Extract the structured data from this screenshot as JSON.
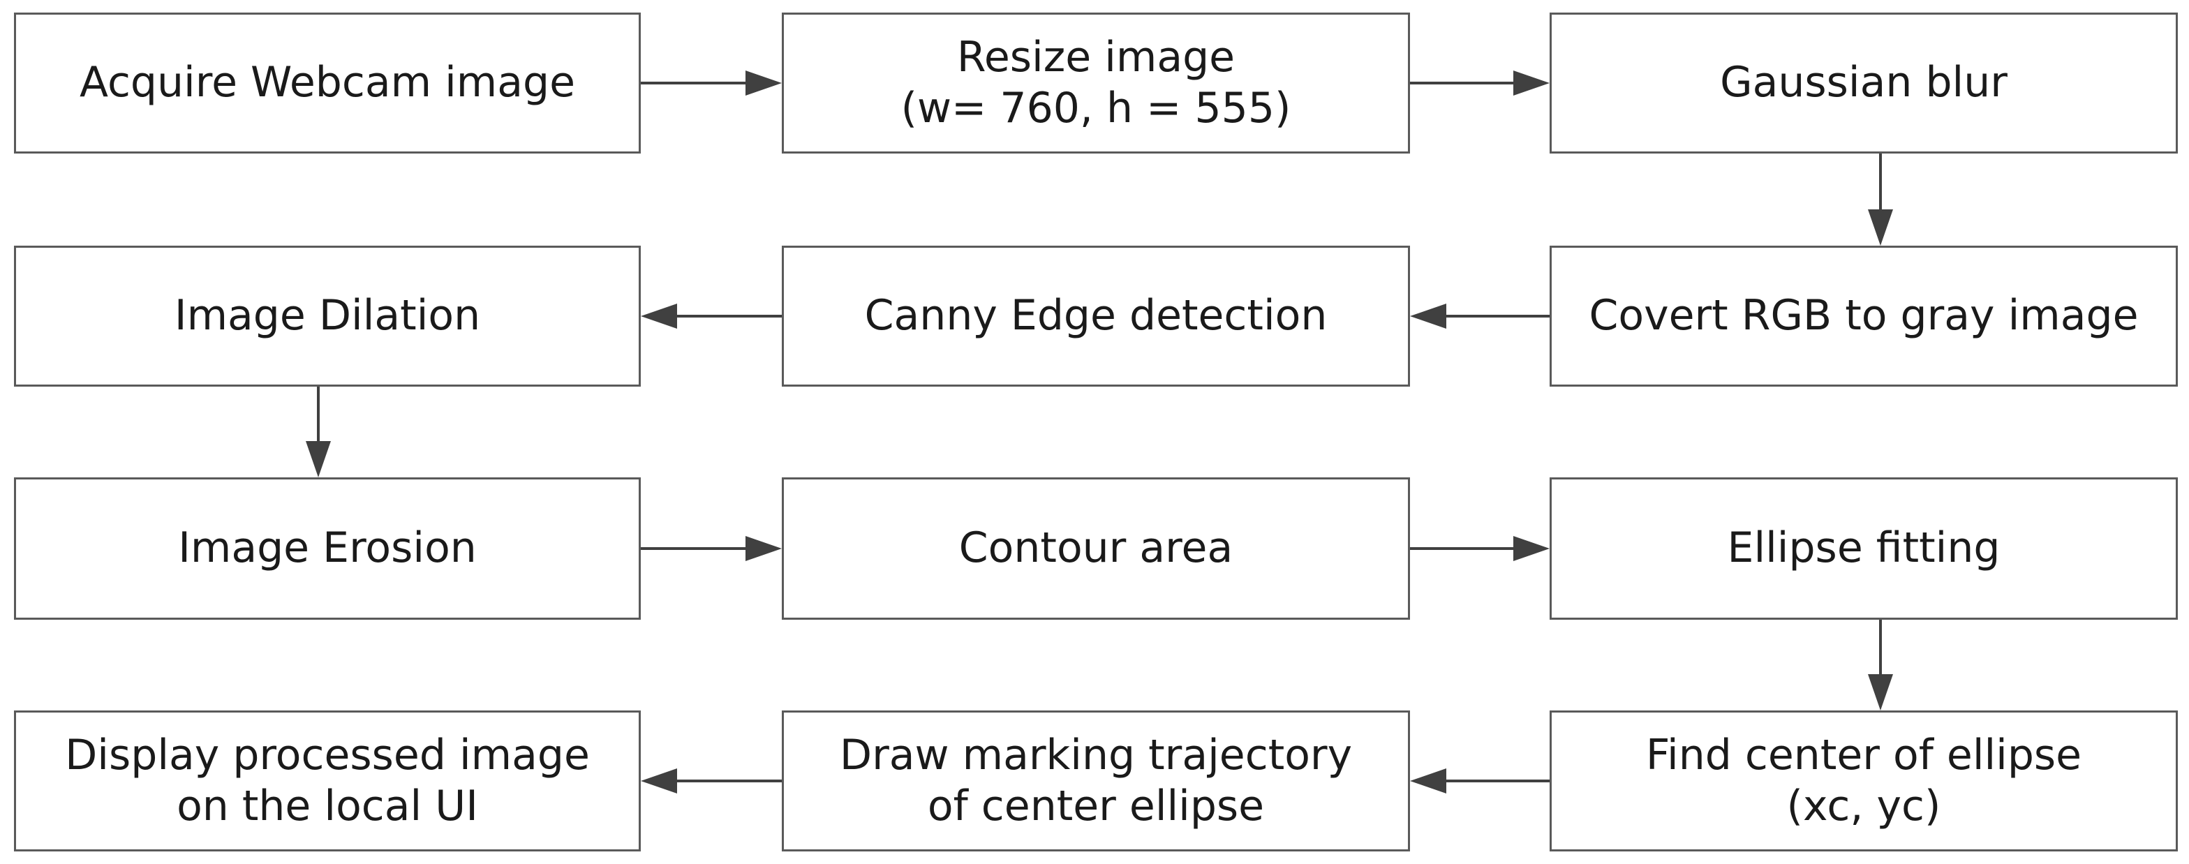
{
  "nodes": [
    {
      "id": "acquire",
      "text": "Acquire Webcam image"
    },
    {
      "id": "resize",
      "text": "Resize image\n(w= 760, h = 555)"
    },
    {
      "id": "blur",
      "text": "Gaussian blur"
    },
    {
      "id": "gray",
      "text": "Covert RGB to gray image"
    },
    {
      "id": "canny",
      "text": "Canny Edge detection"
    },
    {
      "id": "dilation",
      "text": "Image Dilation"
    },
    {
      "id": "erosion",
      "text": "Image Erosion"
    },
    {
      "id": "contour",
      "text": "Contour area"
    },
    {
      "id": "ellipse",
      "text": "Ellipse fitting"
    },
    {
      "id": "center",
      "text": "Find center of ellipse\n(xc, yc)"
    },
    {
      "id": "trajectory",
      "text": "Draw marking trajectory\nof center ellipse"
    },
    {
      "id": "display",
      "text": "Display processed image\non the local UI"
    }
  ],
  "edges": [
    {
      "from": "acquire",
      "to": "resize"
    },
    {
      "from": "resize",
      "to": "blur"
    },
    {
      "from": "blur",
      "to": "gray"
    },
    {
      "from": "gray",
      "to": "canny"
    },
    {
      "from": "canny",
      "to": "dilation"
    },
    {
      "from": "dilation",
      "to": "erosion"
    },
    {
      "from": "erosion",
      "to": "contour"
    },
    {
      "from": "contour",
      "to": "ellipse"
    },
    {
      "from": "ellipse",
      "to": "center"
    },
    {
      "from": "center",
      "to": "trajectory"
    },
    {
      "from": "trajectory",
      "to": "display"
    }
  ]
}
